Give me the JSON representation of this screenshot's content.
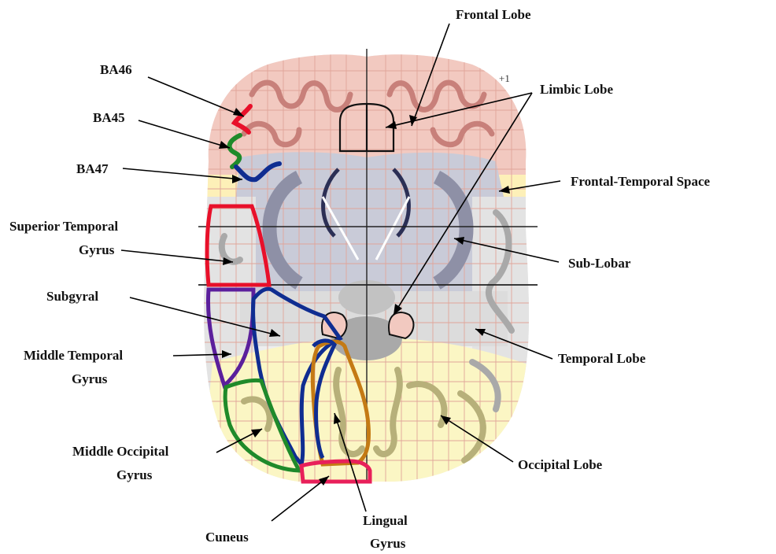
{
  "figure": {
    "corner_mark": "+1",
    "labels": {
      "frontal_lobe": "Frontal Lobe",
      "limbic_lobe": "Limbic Lobe",
      "ba46": "BA46",
      "ba45": "BA45",
      "ba47": "BA47",
      "frontal_temporal_space": "Frontal-Temporal Space",
      "superior_temporal_gyrus_1": "Superior Temporal",
      "superior_temporal_gyrus_2": "Gyrus",
      "sub_lobar": "Sub-Lobar",
      "subgyral": "Subgyral",
      "middle_temporal_gyrus_1": "Middle Temporal",
      "middle_temporal_gyrus_2": "Gyrus",
      "temporal_lobe": "Temporal Lobe",
      "middle_occipital_gyrus_1": "Middle Occipital",
      "middle_occipital_gyrus_2": "Gyrus",
      "occipital_lobe": "Occipital Lobe",
      "cuneus": "Cuneus",
      "lingual_gyrus_1": "Lingual",
      "lingual_gyrus_2": "Gyrus"
    },
    "colors": {
      "frontal": "#f2c9c0",
      "sub_lobar": "#c9cbd8",
      "temporal": "#e3e3e3",
      "occipital": "#fbf6c4",
      "fts_band": "#fdf0b8",
      "red_outline": "#e8102a",
      "green_outline": "#1f8a2a",
      "blue_outline": "#0f2d91",
      "purple_outline": "#5b1f9c",
      "orange_outline": "#c47a14",
      "pink_outline": "#e8205a"
    }
  }
}
